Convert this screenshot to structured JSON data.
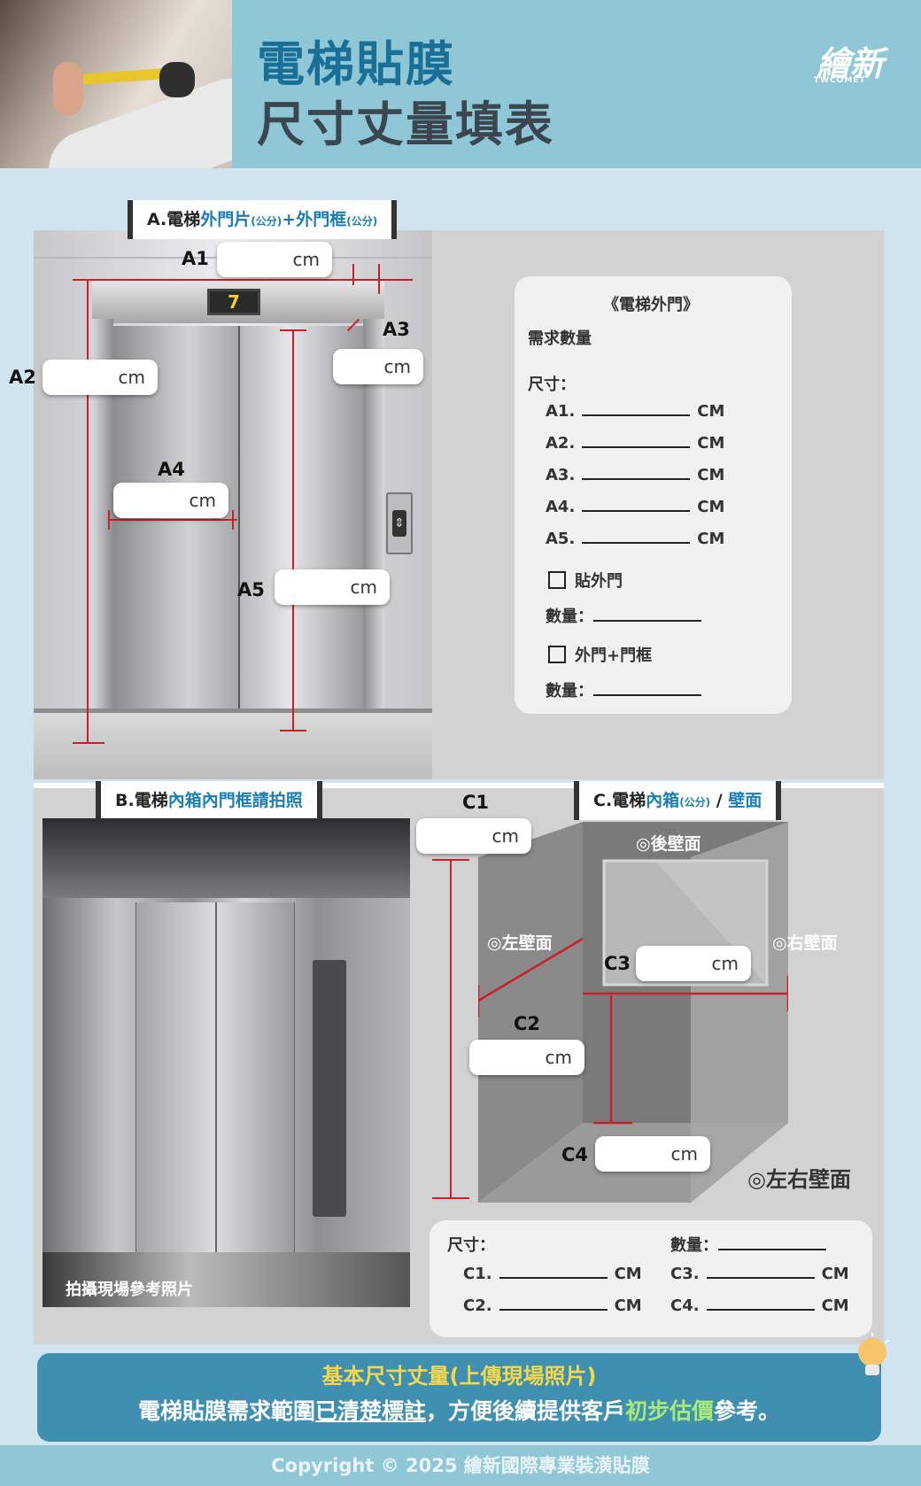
{
  "header": {
    "title_line1": "電梯貼膜",
    "title_line2": "尺寸丈量填表",
    "logo_text": "繪新",
    "logo_sub": "TWCOMET"
  },
  "sectionA": {
    "tab_prefix": "A.電梯",
    "tab_blue1": "外門片",
    "tab_unit1": "(公分)",
    "tab_plus": "+",
    "tab_blue2": "外門框",
    "tab_unit2": "(公分)",
    "floor_display": "7",
    "labels": {
      "a1": "A1",
      "a2": "A2",
      "a3": "A3",
      "a4": "A4",
      "a5": "A5"
    },
    "unit": "cm",
    "card": {
      "title": "《電梯外門》",
      "qty_label": "需求數量",
      "size_label": "尺寸：",
      "rows": [
        {
          "label": "A1.",
          "unit": "CM"
        },
        {
          "label": "A2.",
          "unit": "CM"
        },
        {
          "label": "A3.",
          "unit": "CM"
        },
        {
          "label": "A4.",
          "unit": "CM"
        },
        {
          "label": "A5.",
          "unit": "CM"
        }
      ],
      "opt1": "貼外門",
      "opt2": "外門+門框",
      "count_label": "數量："
    }
  },
  "sectionB": {
    "tab_prefix": "B.電梯",
    "tab_blue": "內箱內門框",
    "tab_suffix": "請拍照",
    "photo_caption": "拍攝現場參考照片"
  },
  "sectionC": {
    "tab_prefix": "C.電梯",
    "tab_blue": "內箱",
    "tab_unit": "(公分)",
    "tab_slash": " / ",
    "tab_blue2": "壁面",
    "labels": {
      "c1": "C1",
      "c2": "C2",
      "c3": "C3",
      "c4": "C4"
    },
    "unit": "cm",
    "back_wall": "◎後壁面",
    "left_wall": "◎左壁面",
    "right_wall": "◎右壁面",
    "lr_wall": "◎左右壁面",
    "card": {
      "size_label": "尺寸：",
      "count_label": "數量：",
      "c1": "C1.",
      "c2": "C2.",
      "c3": "C3.",
      "c4": "C4.",
      "unit": "CM"
    }
  },
  "banner": {
    "line1": "基本尺寸丈量(上傳現場照片)",
    "line2_a": "電梯貼膜需求範圍",
    "line2_u": "已清楚標註",
    "line2_b": "，方便後續提供客戶",
    "line2_g": "初步估價",
    "line2_c": "參考。"
  },
  "footer": {
    "copyright": "Copyright © 2025 繪新國際專業裝潢貼膜"
  },
  "colors": {
    "accent_blue": "#1a7fb0",
    "header_bg": "#8fc7d6",
    "measure_red": "#c8202a",
    "banner": "#3e8fb0"
  }
}
